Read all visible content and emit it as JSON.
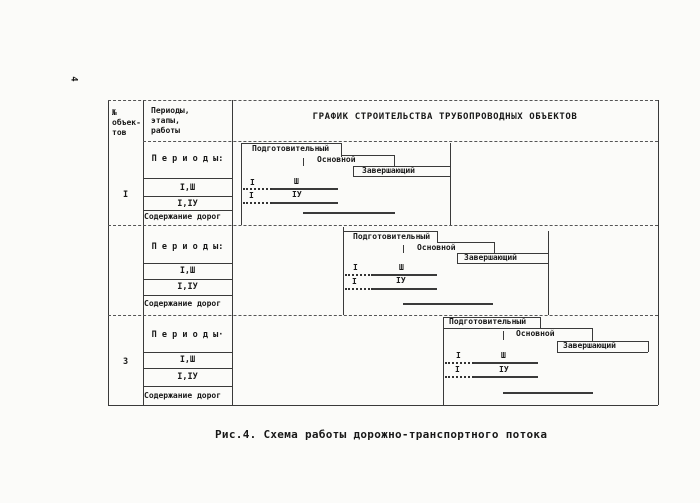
{
  "page": {
    "page_number": "4",
    "caption": "Рис.4. Схема работы дорожно-транспортного потока"
  },
  "table": {
    "col1_header": [
      "№",
      "объек-",
      "тов"
    ],
    "col2_header": [
      "Периоды,",
      "этапы,",
      "работы"
    ],
    "chart_title": "ГРАФИК СТРОИТЕЛЬСТВА ТРУБОПРОВОДНЫХ ОБЪЕКТОВ"
  },
  "blocks": [
    {
      "object_no": "I",
      "periods_label": "П е р и о д ы:",
      "period1": "I,Ш",
      "period2": "I,IУ",
      "roads": "Содержание дорог",
      "chart": {
        "prep": "Подготовительный",
        "main": "Основной",
        "final": "Завершающий",
        "line1_start": "I",
        "line1_label": "Ш",
        "line2_start": "I",
        "line2_label": "IУ"
      }
    },
    {
      "object_no": "",
      "periods_label": "П е р и о д ы:",
      "period1": "I,Ш",
      "period2": "I,IУ",
      "roads": "Содержание дорог",
      "chart": {
        "prep": "Подготовительный",
        "main": "Основной",
        "final": "Завершающий",
        "line1_start": "I",
        "line1_label": "Ш",
        "line2_start": "I",
        "line2_label": "IУ"
      }
    },
    {
      "object_no": "3",
      "periods_label": "П е р и о д ы·",
      "period1": "I,Ш",
      "period2": "I,IУ",
      "roads": "Содержание дорог",
      "chart": {
        "prep": "Подготовительный",
        "main": "Основной",
        "final": "Завершающий",
        "line1_start": "I",
        "line1_label": "Ш",
        "line2_start": "I",
        "line2_label": "IУ"
      }
    }
  ]
}
